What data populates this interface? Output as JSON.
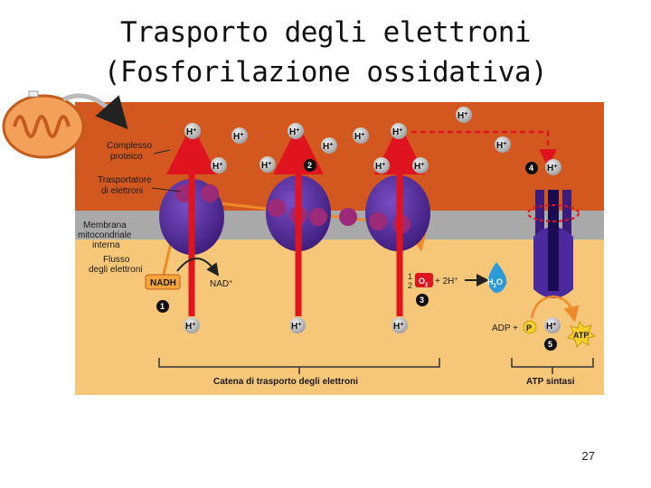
{
  "title": {
    "line1": "Trasporto degli elettroni",
    "line2": "(Fosforilazione ossidativa)"
  },
  "page_number": "27",
  "diagram": {
    "labels": {
      "complesso_proteico": [
        "Complesso",
        "proteico"
      ],
      "trasportatore": [
        "Trasportatore",
        "di elettroni"
      ],
      "membrana": [
        "Membrana",
        "mitocondriale",
        "interna"
      ],
      "flusso": [
        "Flusso",
        "degli elettroni"
      ],
      "nadh": "NADH",
      "nad": "NAD",
      "h_plus": "H",
      "o2_half": "1",
      "o2_den": "2",
      "o2": "O",
      "two_h": "+ 2H",
      "h2o": "H",
      "adp_p": "ADP + ",
      "p": "P",
      "atp": "ATP",
      "catena": "Catena di trasporto degli elettroni",
      "atp_sintasi": "ATP sintasi"
    },
    "step_numbers": [
      "1",
      "2",
      "3",
      "4",
      "5"
    ],
    "colors": {
      "intermembrane": "#d2581f",
      "matrix": "#f6c778",
      "membrane": "#a9a9a9",
      "complex": "#5a2ea0",
      "carrier": "#9b2a78",
      "arrow": "#e0141e",
      "electron_path": "#ef8a2a"
    }
  }
}
